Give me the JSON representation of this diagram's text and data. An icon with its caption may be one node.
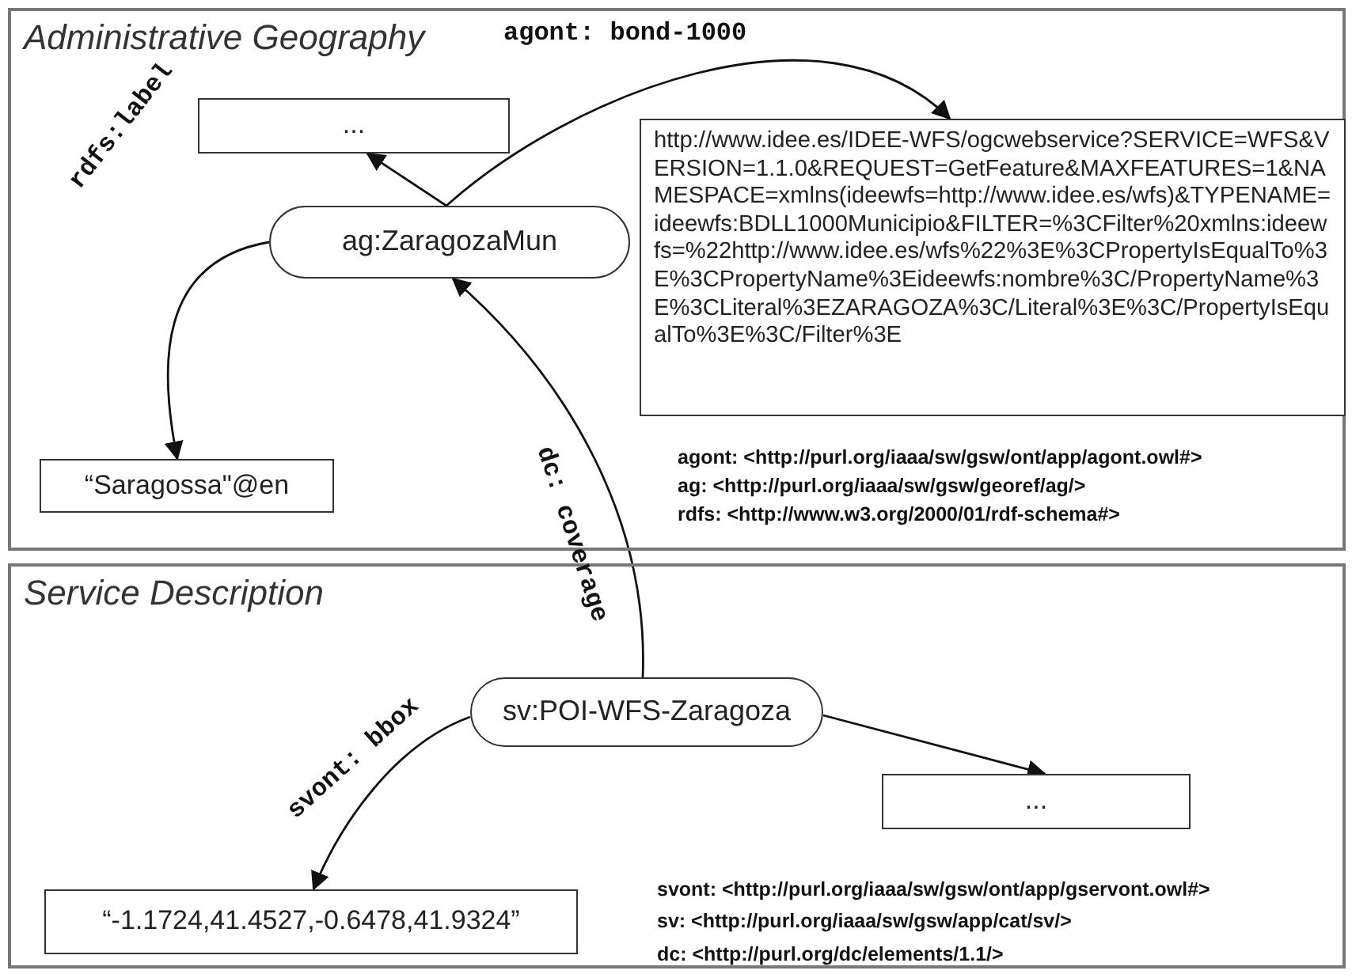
{
  "diagram": {
    "nodes": [
      {
        "text": [
          "Administrative Geography"
        ]
      },
      {
        "text": [
          "..."
        ],
        "in": 0
      },
      {
        "text": [
          "http://www.idee.es/IDEE-WFS/ogcwebservice?SERVICE=WFS&VERSION=1.1.0&REQUEST=GetFeature&MAXFEATURES=1&NAMESPACE=xmlns(ideewfs=http://www.idee.es/wfs)&TYPENAME=ideewfs:BDLL1000Municipio&FILTER=%3CFilter%20xmlns:ideewfs=%22http://www.idee.es/wfs%22%3E%3CPropertyIsEqualTo%3E%3CPropertyName%3Eideewfs:nombre%3C/PropertyName%3E%3CLiteral%3EZARAGOZA%3C/Literal%3E%3C/PropertyIsEqualTo%3E%3C/Filter%3E"
        ],
        "in": 0
      },
      {
        "text": [
          "ag:ZaragozaMun"
        ],
        "in": 0
      },
      {
        "text": [
          "“Saragossa\"@en"
        ],
        "in": 0
      },
      {
        "text": [
          "Service Description"
        ]
      },
      {
        "text": [
          "sv:POI-WFS-Zaragoza"
        ],
        "in": 5
      },
      {
        "text": [
          "..."
        ],
        "in": 5
      },
      {
        "text": [
          "“-1.1724,41.4527,-0.6478,41.9324”"
        ],
        "in": 5
      }
    ],
    "edges": [
      {
        "from": 3,
        "to": 1,
        "arrow": "to"
      },
      {
        "from": 3,
        "to": 2,
        "arrow": "to",
        "label": "agont: bond-1000"
      },
      {
        "from": 3,
        "to": 4,
        "arrow": "to",
        "label": "rdfs:label"
      },
      {
        "from": 6,
        "to": 3,
        "arrow": "to",
        "label": "dc: coverage"
      },
      {
        "from": 6,
        "to": 7,
        "arrow": "to"
      },
      {
        "from": 6,
        "to": 8,
        "arrow": "to",
        "label": "svont: bbox"
      }
    ],
    "labels": [
      "agont: <http://purl.org/iaaa/sw/gsw/ont/app/agont.owl#>",
      "ag: <http://purl.org/iaaa/sw/gsw/georef/ag/>",
      "rdfs: <http://www.w3.org/2000/01/rdf-schema#>",
      "svont: <http://purl.org/iaaa/sw/gsw/ont/app/gservont.owl#>",
      "sv: <http://purl.org/iaaa/sw/gsw/app/cat/sv/>",
      "dc: <http://purl.org/dc/elements/1.1/>"
    ]
  }
}
